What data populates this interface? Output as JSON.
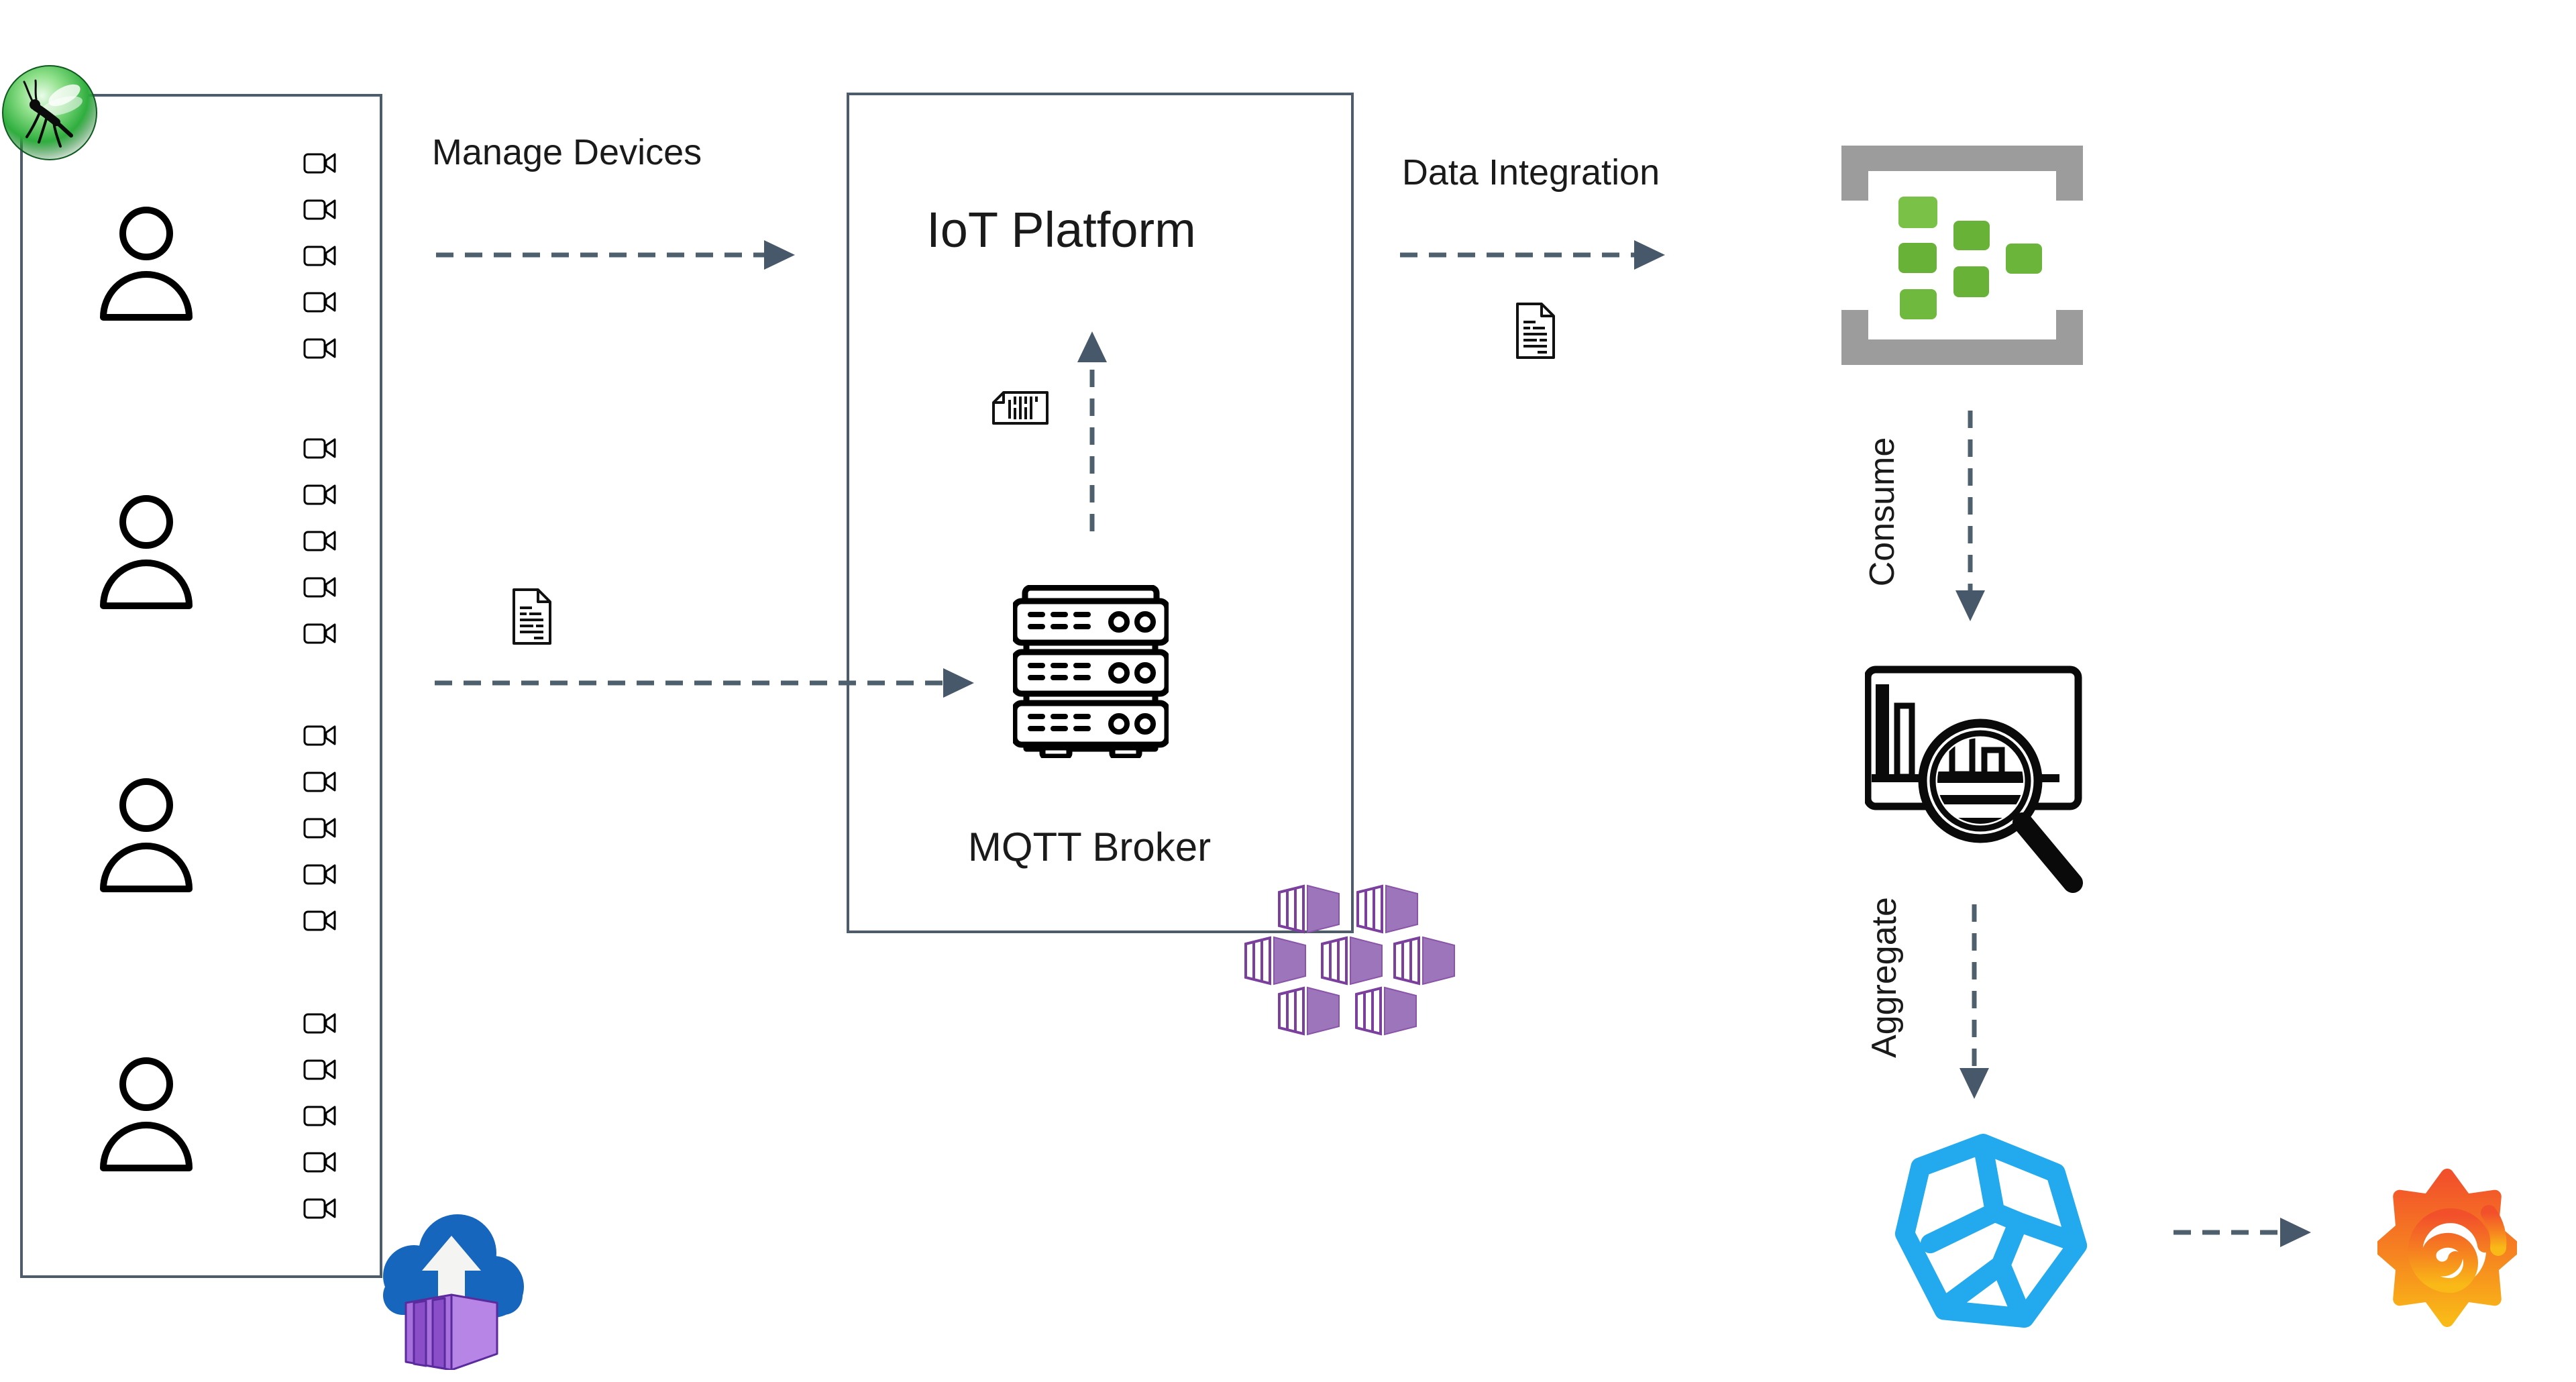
{
  "diagram": {
    "labels": {
      "manage_devices": "Manage Devices",
      "iot_platform": "IoT Platform",
      "mqtt_broker": "MQTT Broker",
      "data_integration": "Data Integration",
      "consume": "Consume",
      "aggregate": "Aggregate"
    },
    "devices": {
      "user_count": 4,
      "cameras_per_user": 5
    },
    "icons": {
      "left_badge": "mantis-sphere-logo",
      "users": "person-icon",
      "devices": "video-camera-icon",
      "broker": "server-rack-icon",
      "broker_cluster": "vernemq-cluster-logo",
      "message_documents": "document-icon",
      "database": "bracket-green-blocks-logo",
      "analytics": "chart-magnifier-icon",
      "timeseries_db": "blue-polyhedron-logo",
      "dashboard": "grafana-logo",
      "cloud_upload": "cloud-container-upload-icon"
    },
    "colors": {
      "dashed_line": "#4e5f6d",
      "arrow_head": "#47586a",
      "box_border": "#4c5c6a",
      "text": "#1a1a1a",
      "vernemq_purple": "#9d75bb",
      "vernemq_outline": "#7b3f9d",
      "bracket_gray": "#9c9c9c",
      "block_green": "#68b238",
      "block_green_light": "#79c147",
      "polyhedron_blue": "#22a9ee",
      "grafana_orange": "#f2502b",
      "grafana_yellow": "#f9ba17",
      "cloud_blue": "#1766be",
      "container_purple": "#a770dc",
      "sphere_green": "#2fae3e"
    }
  }
}
